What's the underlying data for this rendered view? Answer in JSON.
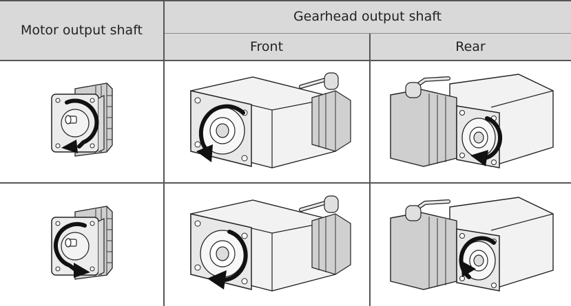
{
  "table": {
    "header": {
      "motor": "Motor output shaft",
      "gearhead": "Gearhead output shaft",
      "front": "Front",
      "rear": "Rear"
    },
    "rows": [
      {
        "motor_rotation": "clockwise",
        "front_rotation": "counterclockwise",
        "rear_rotation": "clockwise"
      },
      {
        "motor_rotation": "counterclockwise",
        "front_rotation": "clockwise",
        "rear_rotation": "counterclockwise"
      }
    ]
  },
  "colors": {
    "header_bg": "#d9d9d9",
    "arrow": "#111111",
    "line": "#555555",
    "motor_body": "#d4d4d4"
  },
  "icons": [
    "motor-icon",
    "gearmotor-front-icon",
    "gearmotor-rear-icon",
    "rotation-arrow-icon"
  ]
}
